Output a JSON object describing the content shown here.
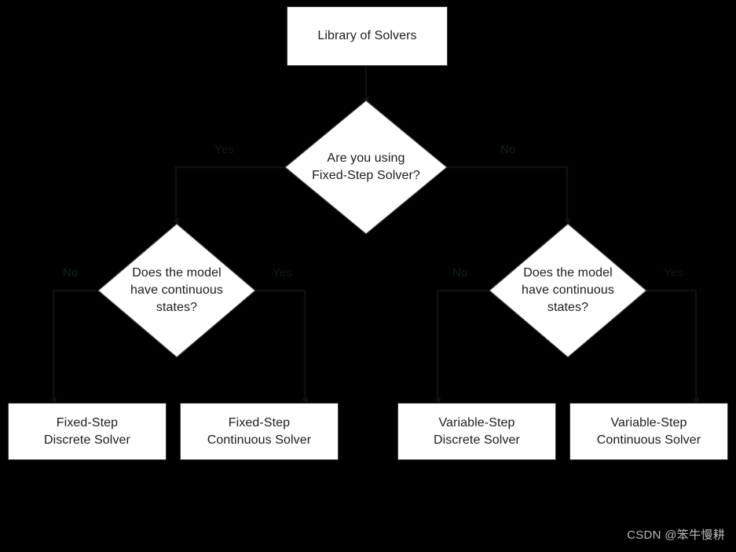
{
  "diagram": {
    "title": "Library of Solvers decision flowchart",
    "background_color": "#000000",
    "node_fill": "#ffffff",
    "node_border": "#3d3d3d",
    "connector_color": "#111111",
    "nodes": {
      "root": "Library of Solvers",
      "decision_fixed_step": "Are you using\nFixed-Step Solver?",
      "decision_left_states": "Does the model\nhave continuous\nstates?",
      "decision_right_states": "Does the model\nhave continuous\nstates?",
      "result_fixed_discrete": "Fixed-Step\nDiscrete Solver",
      "result_fixed_continuous": "Fixed-Step\nContinuous Solver",
      "result_variable_discrete": "Variable-Step\nDiscrete Solver",
      "result_variable_continuous": "Variable-Step\nContinuous Solver"
    },
    "edge_labels": {
      "fixed_step_yes": "Yes",
      "fixed_step_no": "No",
      "left_states_no": "No",
      "left_states_yes": "Yes",
      "right_states_no": "No",
      "right_states_yes": "Yes"
    }
  },
  "watermark": {
    "text": "CSDN @笨牛慢耕"
  }
}
